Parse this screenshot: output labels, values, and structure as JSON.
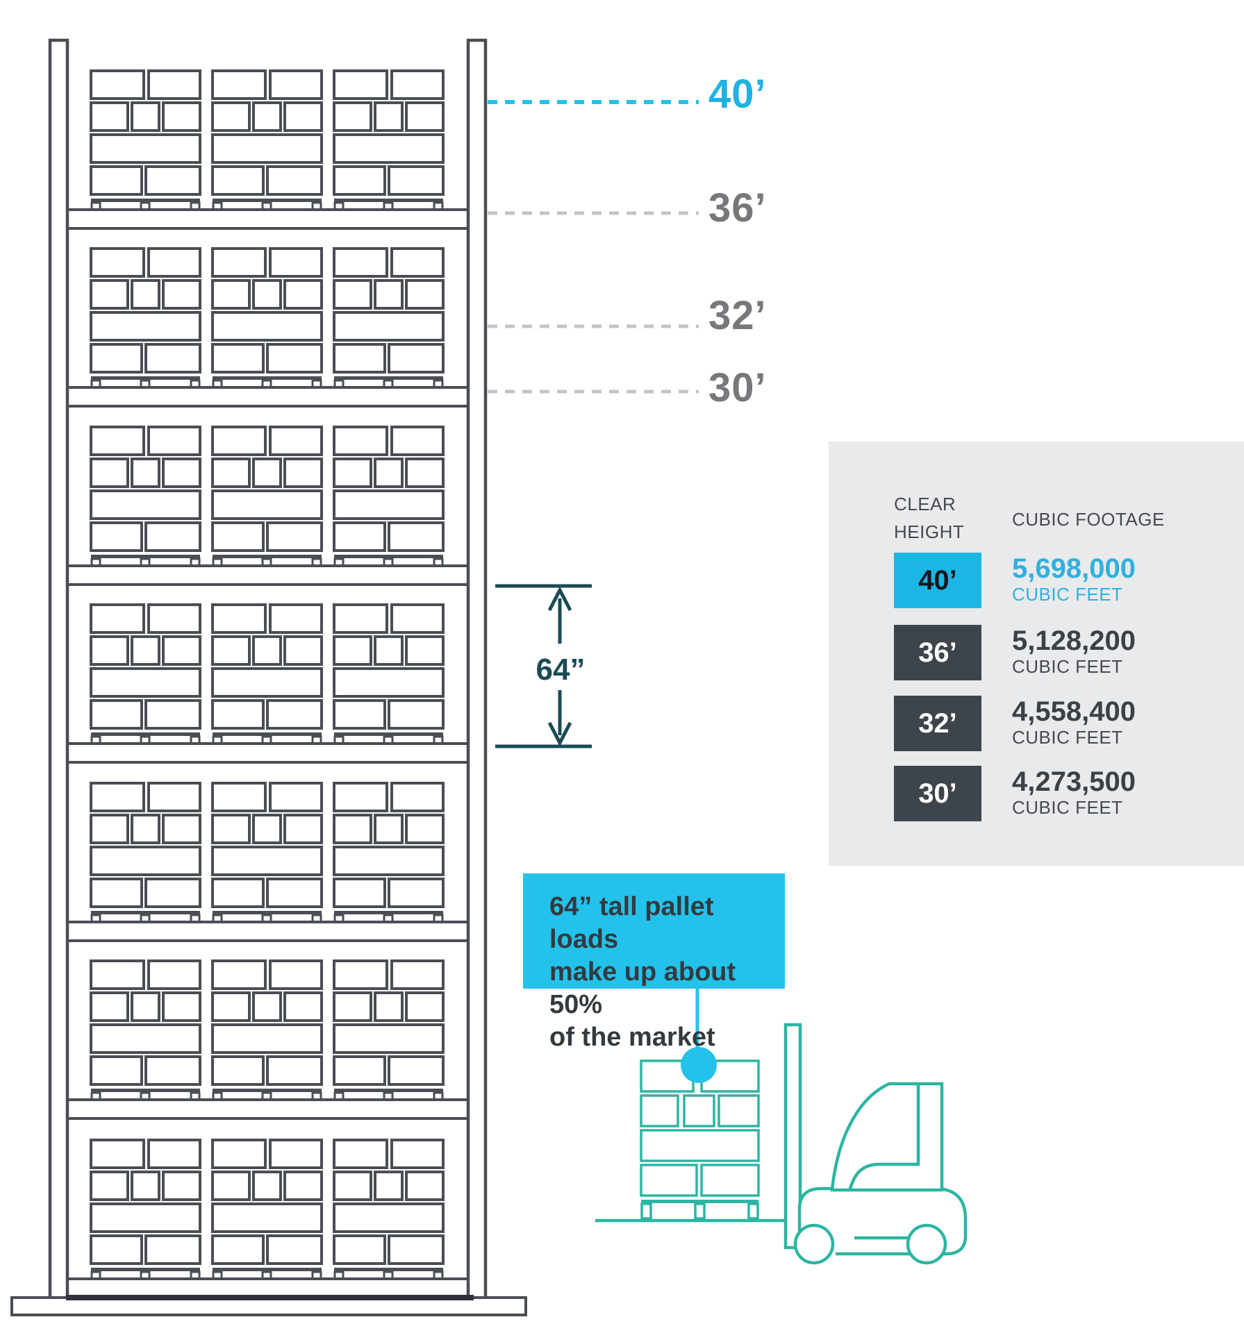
{
  "height_markers": [
    {
      "label": "40’",
      "accent": true
    },
    {
      "label": "36’",
      "accent": false
    },
    {
      "label": "32’",
      "accent": false
    },
    {
      "label": "30’",
      "accent": false
    }
  ],
  "dimension_label": "64”",
  "table": {
    "col1_header": "CLEAR\nHEIGHT",
    "col2_header": "CUBIC FOOTAGE",
    "rows": [
      {
        "height": "40’",
        "value": "5,698,000",
        "unit": "CUBIC FEET",
        "accent": true
      },
      {
        "height": "36’",
        "value": "5,128,200",
        "unit": "CUBIC FEET",
        "accent": false
      },
      {
        "height": "32’",
        "value": "4,558,400",
        "unit": "CUBIC FEET",
        "accent": false
      },
      {
        "height": "30’",
        "value": "4,273,500",
        "unit": "CUBIC FEET",
        "accent": false
      }
    ]
  },
  "callout": {
    "text": "64” tall pallet loads\nmake up about 50%\nof the market"
  },
  "colors": {
    "accent_cyan": "#24C2EA",
    "accent_cyan_box": "#1CB6E5",
    "accent_cyan_text": "#2FB0DF",
    "rack_line": "#4A4E54",
    "gray_label": "#77787B",
    "dark_row": "#3E444B",
    "panel_bg": "#E9EAEB",
    "teal_forklift": "#2CB5A2",
    "dimension_ink": "#1A4A55"
  }
}
